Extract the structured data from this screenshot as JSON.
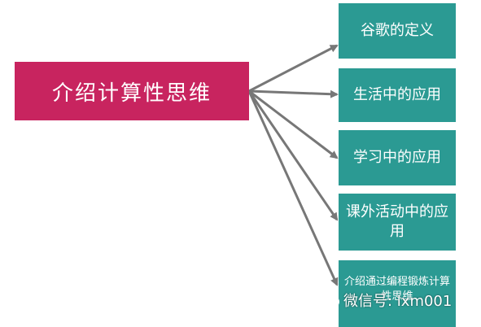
{
  "main": {
    "label": "介绍计算性思维"
  },
  "items": [
    {
      "label": "谷歌的定义"
    },
    {
      "label": "生活中的应用"
    },
    {
      "label": "学习中的应用"
    },
    {
      "label": "课外活动中的应用"
    },
    {
      "label": "介绍通过编程锻炼计算性思维"
    }
  ],
  "watermark": {
    "text": "微信号: lxm001",
    "icon": "wechat-icon"
  },
  "colors": {
    "main": "#c8245f",
    "item": "#2b9a93",
    "arrow": "#777777"
  }
}
